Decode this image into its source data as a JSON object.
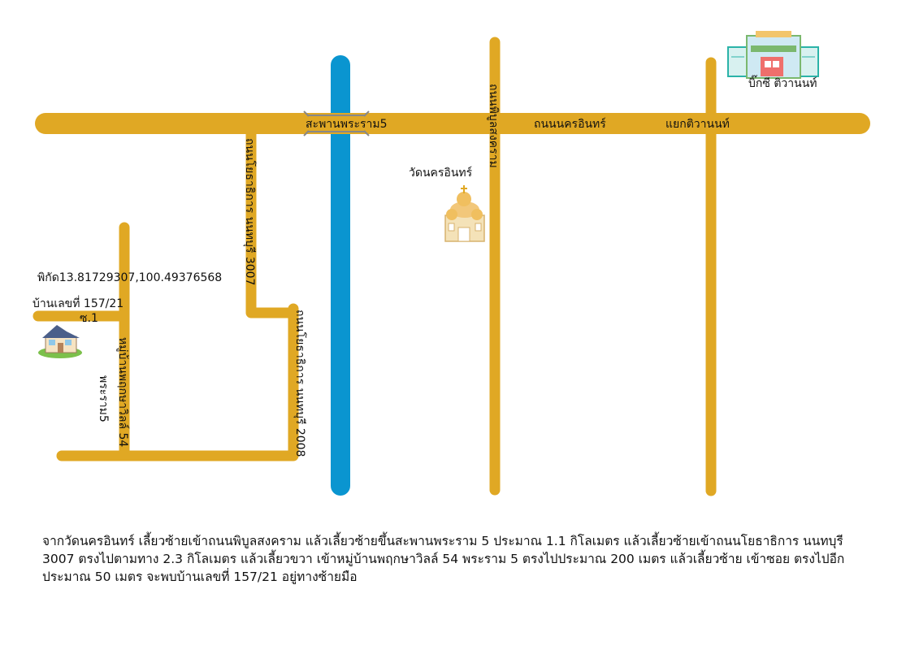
{
  "colors": {
    "road": "#e0a824",
    "river": "#0a95d0",
    "text": "#111111",
    "background": "#ffffff"
  },
  "labels": {
    "bridge": "สะพานพระราม5",
    "nakhon_in_road": "ถนนนครอินทร์",
    "tiwanon_junction": "แยกติวานนท์",
    "big_c": "บิ๊กซี ติวานนท์",
    "wat": "วัดนครอินทร์",
    "phibun_road": "ถนนพิบูลสงคราม",
    "yothathikan_3007": "ถนนโยธาธิการ นนทบุรี 3007",
    "yothathikan_2008": "ถนนโยธาธิการ นนทบุรี 2008",
    "village_road": "หมู่บ้านพฤกษาวิลล์ 54",
    "rama5": "พระราม5",
    "soi": "ซ.1",
    "house_no": "บ้านเลขที่ 157/21",
    "coordinates": "พิกัด13.81729307,100.49376568"
  },
  "icons": {
    "mall": "shopping-mall-icon",
    "temple": "temple-icon",
    "house": "house-icon"
  },
  "directions": "จากวัดนครอินทร์ เลี้ยวซ้ายเข้าถนนพิบูลสงคราม แล้วเลี้ยวซ้ายขึ้นสะพานพระราม 5 ประมาณ 1.1 กิโลเมตร แล้วเลี้ยวซ้ายเข้าถนนโยธาธิการ นนทบุรี 3007 ตรงไปตามทาง  2.3 กิโลเมตร แล้วเลี้ยวขวา เข้าหมู่บ้านพฤกษาวิลล์ 54 พระราม 5 ตรงไปประมาณ 200 เมตร แล้วเลี้ยวซ้าย เข้าซอย ตรงไปอีกประมาณ 50 เมตร จะพบบ้านเลขที่ 157/21 อยู่ทางซ้ายมือ"
}
